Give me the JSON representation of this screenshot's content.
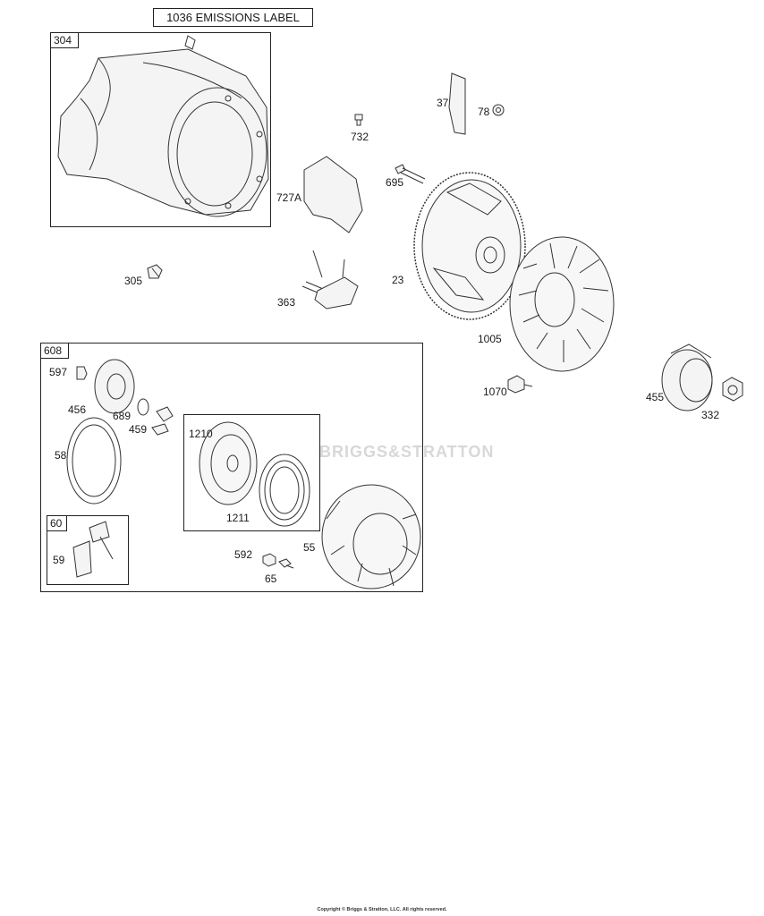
{
  "header_label": "1036 EMISSIONS LABEL",
  "groups": {
    "g304": "304",
    "g608": "608",
    "g60": "60"
  },
  "parts": {
    "p37": "37",
    "p78": "78",
    "p732": "732",
    "p727A": "727A",
    "p695": "695",
    "p23": "23",
    "p305": "305",
    "p363": "363",
    "p1005": "1005",
    "p1070": "1070",
    "p455": "455",
    "p332": "332",
    "p597": "597",
    "p456": "456",
    "p689": "689",
    "p459": "459",
    "p58": "58",
    "p1210": "1210",
    "p1211": "1211",
    "p59": "59",
    "p592": "592",
    "p55": "55",
    "p65": "65"
  },
  "copyright": "Copyright © Briggs & Stratton, LLC. All rights reserved."
}
